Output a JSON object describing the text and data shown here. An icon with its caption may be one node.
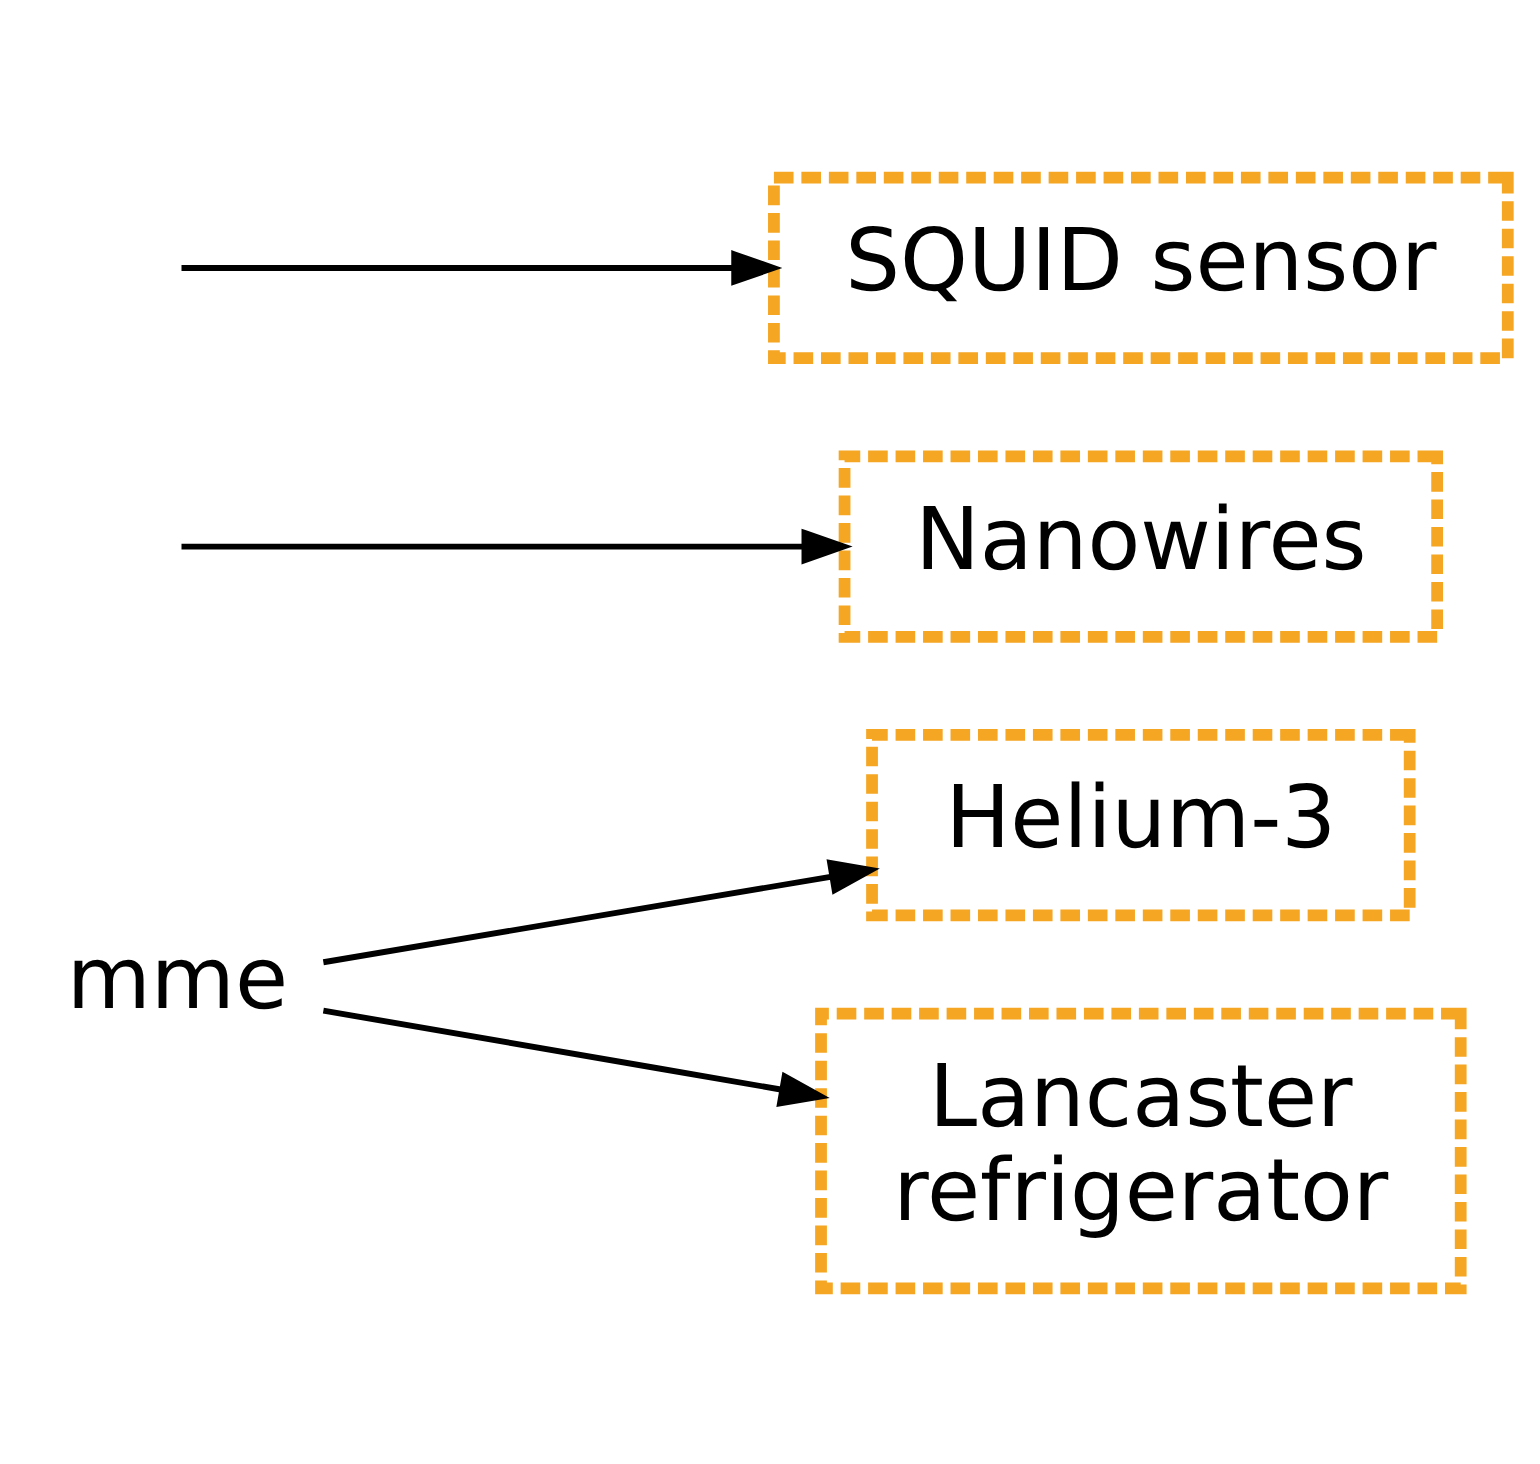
{
  "diagram": {
    "nodes": [
      {
        "text": [
          "mme"
        ]
      },
      {
        "text": [
          "Helium-3"
        ]
      },
      {
        "text": [
          "Lancaster refrigerator"
        ]
      },
      {
        "text": [
          "Nanowires"
        ]
      },
      {
        "text": [
          "SQUID sensor"
        ]
      }
    ],
    "edges": [
      {
        "from": 0,
        "to": 1,
        "arrow": "to"
      },
      {
        "from": 0,
        "to": 2,
        "arrow": "to"
      },
      {
        "from": null,
        "to": 3,
        "arrow": "to"
      },
      {
        "from": null,
        "to": 4,
        "arrow": "to"
      }
    ]
  }
}
